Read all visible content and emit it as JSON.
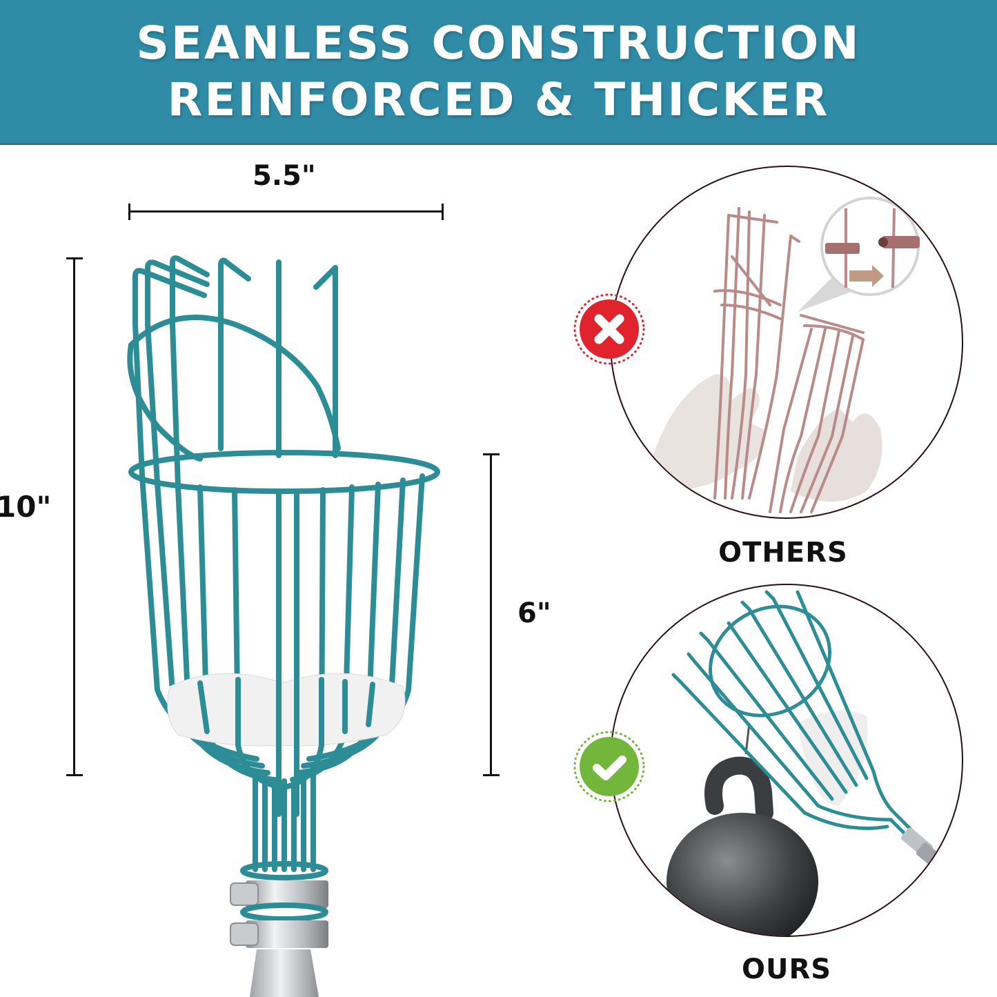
{
  "header": {
    "line1": "SEANLESS CONSTRUCTION",
    "line2": "REINFORCED & THICKER",
    "background_color": "#2f8ba6"
  },
  "dimensions": {
    "width_label": "5.5\"",
    "height_label": "10\"",
    "basket_height_label": "6\""
  },
  "product": {
    "name": "fruit-picker-basket",
    "wire_color": "#2d8d96",
    "liner_color": "#f0f0f0"
  },
  "comparison": {
    "others": {
      "label": "OTHERS",
      "badge_icon": "x-mark-icon",
      "badge_color": "#e0232c",
      "wire_color": "#b98a88"
    },
    "ours": {
      "label": "OURS",
      "badge_icon": "check-mark-icon",
      "badge_color": "#72b73c",
      "wire_color": "#2d8d96"
    }
  }
}
